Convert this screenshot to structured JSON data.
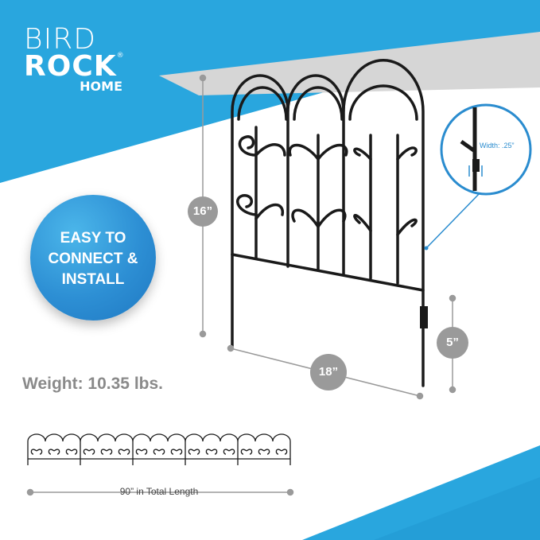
{
  "brand": {
    "line1": "BIRD",
    "line2": "ROCK",
    "line3": "HOME",
    "registered": "®"
  },
  "badge": {
    "lines": [
      "EASY TO",
      "CONNECT &",
      "INSTALL"
    ]
  },
  "dimensions": {
    "height": "16”",
    "width": "18”",
    "stake": "5”"
  },
  "detail": {
    "width_label": "Width: .25”"
  },
  "weight": "Weight: 10.35 lbs.",
  "total_length": "90” in Total Length",
  "colors": {
    "accent_blue": "#29a6de",
    "gray": "#9a9a9a",
    "fence": "#1a1a1a"
  }
}
